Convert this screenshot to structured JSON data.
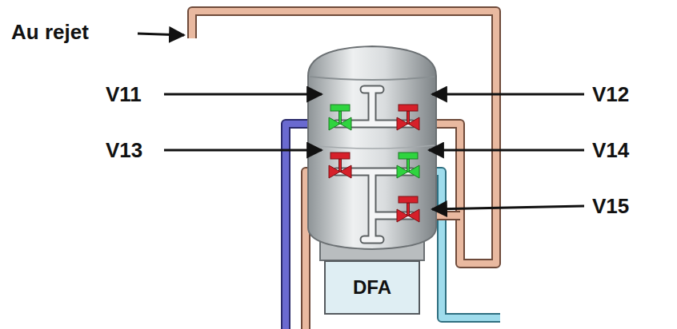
{
  "diagram": {
    "nodes": [
      {
        "text": [
          "DFA"
        ]
      }
    ],
    "edges": [],
    "labels": [
      "Au rejet",
      "V11",
      "V12",
      "V13",
      "V14",
      "V15"
    ]
  }
}
